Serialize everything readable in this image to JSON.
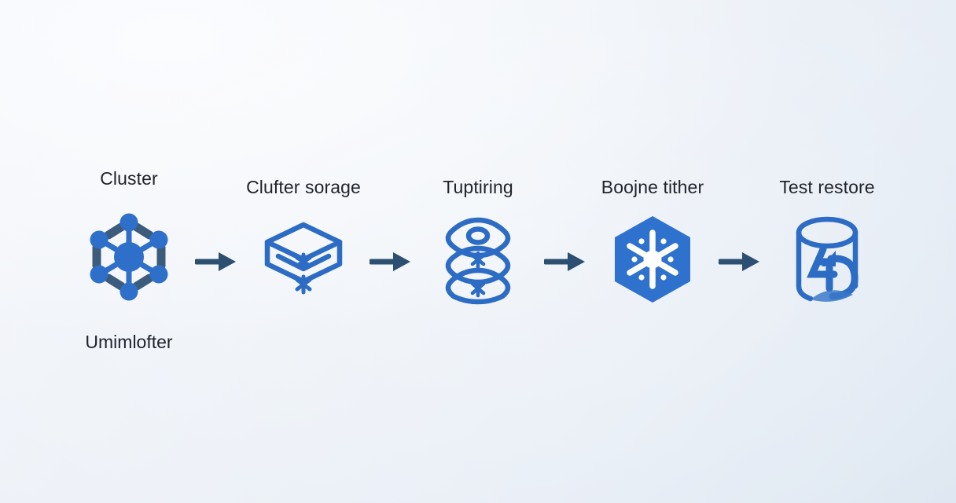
{
  "diagram": {
    "type": "horizontal-process-flow",
    "orientation": "left-to-right",
    "step_count": 5,
    "arrow_count": 4,
    "colors": {
      "accent_blue": "#2E6FC9",
      "icon_outline_blue": "#2C6CC4",
      "hexagon_fill": "#2E72CE",
      "snowflake_white": "#FFFFFF",
      "arrow_navy": "#2D4F72",
      "label_text": "#20232B",
      "background_light": "#F4F6FB",
      "background_deep": "#DFE8F2"
    },
    "steps": [
      {
        "label": "Cluster",
        "sub_label": "Umimlofter",
        "icon": "cluster-network-nodes-icon"
      },
      {
        "label": "Clufter sorage",
        "sub_label": "",
        "icon": "stacked-layers-storage-icon"
      },
      {
        "label": "Tuptiring",
        "sub_label": "",
        "icon": "database-stack-layers-icon"
      },
      {
        "label": "Boojne tither",
        "sub_label": "",
        "icon": "hexagon-snowflake-icon"
      },
      {
        "label": "Test restore",
        "sub_label": "",
        "icon": "database-cylinder-restore-icon"
      }
    ],
    "arrows": [
      {
        "name": "arrow-right-icon",
        "from": "Cluster",
        "to": "Clufter sorage"
      },
      {
        "name": "arrow-right-icon",
        "from": "Clufter sorage",
        "to": "Tuptiring"
      },
      {
        "name": "arrow-right-icon",
        "from": "Tuptiring",
        "to": "Boojne tither"
      },
      {
        "name": "arrow-right-icon",
        "from": "Boojne tither",
        "to": "Test restore"
      }
    ]
  }
}
